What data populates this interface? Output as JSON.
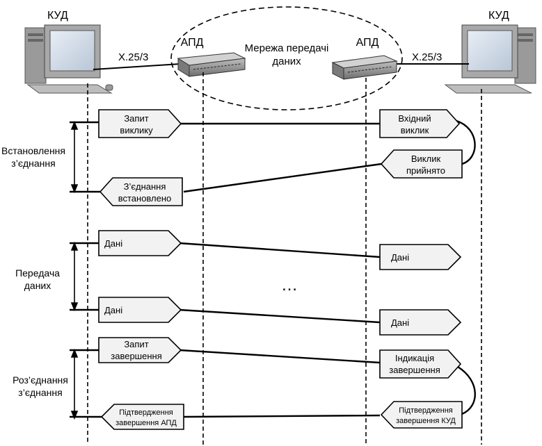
{
  "left_terminal": {
    "label": "КУД",
    "icon": "computer-icon"
  },
  "right_terminal": {
    "label": "КУД",
    "icon": "computer-icon"
  },
  "left_link_label": "X.25/3",
  "right_link_label": "X.25/3",
  "left_apd_label": "АПД",
  "right_apd_label": "АПД",
  "network": {
    "line1": "Мережа передачі",
    "line2": "даних"
  },
  "phases": {
    "setup": {
      "line1": "Встановлення",
      "line2": "з’єднання"
    },
    "transfer": {
      "line1": "Передача",
      "line2": "даних"
    },
    "release": {
      "line1": "Роз’єднання",
      "line2": "з’єднання"
    }
  },
  "messages": {
    "call_request": {
      "line1": "Запит",
      "line2": "виклику"
    },
    "incoming_call": {
      "line1": "Вхідний",
      "line2": "виклик"
    },
    "call_accepted": {
      "line1": "Виклик",
      "line2": "прийнято"
    },
    "connection_established": {
      "line1": "З’єднання",
      "line2": "встановлено"
    },
    "data1_left": "Дані",
    "data1_right": "Дані",
    "data2_left": "Дані",
    "data2_right": "Дані",
    "ellipsis": "…",
    "clear_request": {
      "line1": "Запит",
      "line2": "завершення"
    },
    "clear_indication": {
      "line1": "Індикація",
      "line2": "завершення"
    },
    "clear_confirm_right": {
      "line1": "Підтвердження",
      "line2": "завершення КУД"
    },
    "clear_confirm_left": {
      "line1": "Підтвердження",
      "line2": "завершення АПД"
    }
  },
  "colors": {
    "box_fill": "#f2f2f2",
    "device_gray": "#8a8a8a",
    "screen_blue": "#d8e4f0"
  }
}
